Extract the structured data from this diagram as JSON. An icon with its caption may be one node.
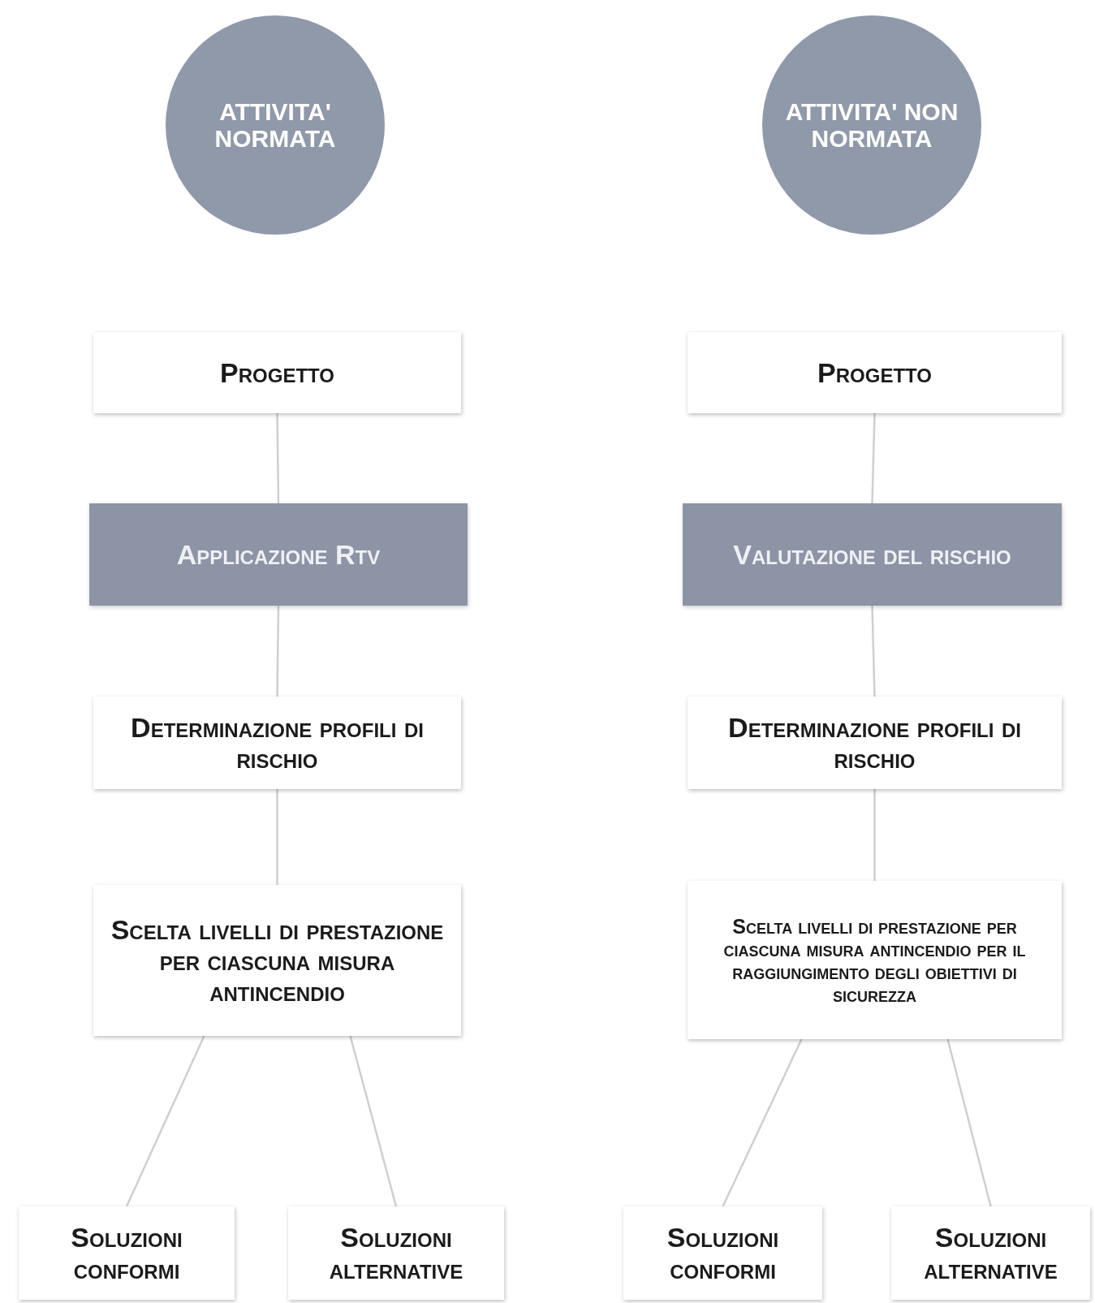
{
  "diagram": {
    "nodes": [
      {
        "text": [
          "ATTIVITA' NORMATA"
        ]
      },
      {
        "text": [
          "Progetto"
        ]
      },
      {
        "text": [
          "Applicazione Rtv"
        ]
      },
      {
        "text": [
          "Determinazione profili di rischio"
        ]
      },
      {
        "text": [
          "Scelta livelli di prestazione per ciascuna misura antincendio"
        ]
      },
      {
        "text": [
          "Soluzioni conformi"
        ]
      },
      {
        "text": [
          "Soluzioni alternative"
        ]
      },
      {
        "text": [
          "ATTIVITA' NON NORMATA"
        ]
      },
      {
        "text": [
          "Progetto"
        ]
      },
      {
        "text": [
          "Valutazione del rischio"
        ]
      },
      {
        "text": [
          "Determinazione profili di rischio"
        ]
      },
      {
        "text": [
          "Scelta livelli di prestazione per ciascuna misura antincendio per il raggiungimento degli obiettivi di sicurezza"
        ]
      },
      {
        "text": [
          "Soluzioni conformi"
        ]
      },
      {
        "text": [
          "Soluzioni alternative"
        ]
      }
    ],
    "edges": [
      {
        "from": 1,
        "to": 2,
        "arrow": "none"
      },
      {
        "from": 2,
        "to": 3,
        "arrow": "none"
      },
      {
        "from": 3,
        "to": 4,
        "arrow": "none"
      },
      {
        "from": 4,
        "to": 5,
        "arrow": "none"
      },
      {
        "from": 4,
        "to": 6,
        "arrow": "none"
      },
      {
        "from": 8,
        "to": 9,
        "arrow": "none"
      },
      {
        "from": 9,
        "to": 10,
        "arrow": "none"
      },
      {
        "from": 10,
        "to": 11,
        "arrow": "none"
      },
      {
        "from": 11,
        "to": 12,
        "arrow": "none"
      },
      {
        "from": 11,
        "to": 13,
        "arrow": "none"
      }
    ]
  }
}
